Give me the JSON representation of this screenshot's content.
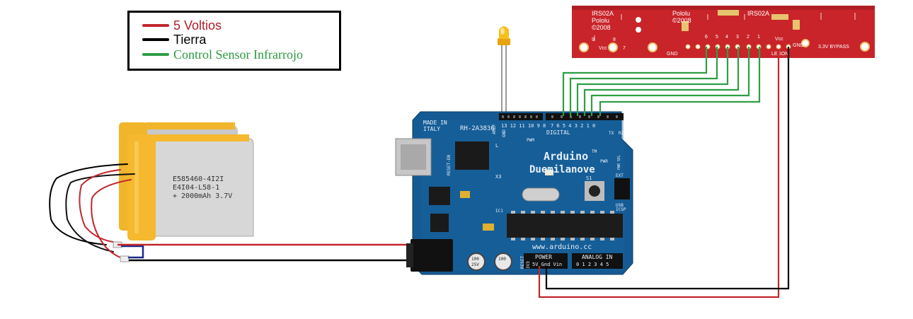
{
  "legend": {
    "items": [
      {
        "label": "5 Voltios",
        "color": "#c1272d"
      },
      {
        "label": "Tierra",
        "color": "#000000"
      },
      {
        "label": "Control Sensor Infrarrojo",
        "color": "#2e9e45"
      }
    ]
  },
  "battery": {
    "line1": "E585460-4I2I",
    "line2": "E4I04-L58-1",
    "line3": "+ 2000mAh 3.7V"
  },
  "arduino": {
    "made_in": "MADE IN",
    "italy": "ITALY",
    "model": "RH-2A3836",
    "aref": "AREF",
    "gnd": "GND",
    "pins_top": "13 12 11 10 9 8",
    "pins_top2": "7 6 5 4 3 2 1 0",
    "digital": "DIGITAL",
    "pwm": "PWM",
    "tx": "TX",
    "rx": "RX",
    "l": "L",
    "icsp": "ICSP",
    "brand": "Arduino",
    "tm": "TM",
    "name": "Duemilanove",
    "pwr": "PWR",
    "pwr_sel": "PWR SEL",
    "usb": "USB",
    "ext": "EXT",
    "s1": "S1",
    "reset_en": "RESET-EN",
    "website": "www.arduino.cc",
    "power": "POWER",
    "analog_in": "ANALOG IN",
    "power_pins": "5V Gnd Vin",
    "analog_pins": "0 1 2 3 4 5",
    "reset": "RESET",
    "v33": "3V3",
    "x3": "X3",
    "ic1": "IC1",
    "c1": "100",
    "c2": "100",
    "cap_text": "25V"
  },
  "sensor": {
    "title_left": "IRS02A",
    "brand_left": "Pololu",
    "year_left": "©2008",
    "title_mid": "Pololu",
    "year_mid": "©2008",
    "title_right": "IRS02A",
    "vcc_left": "Vcc",
    "n8": "8",
    "n7": "7",
    "n9": "9",
    "pin_labels": [
      "6",
      "5",
      "4",
      "3",
      "2",
      "1"
    ],
    "gnd_left": "GND",
    "vcc": "Vcc",
    "gnd": "GND",
    "led_on": "LEDON",
    "bypass": "3.3V BYPASS"
  }
}
